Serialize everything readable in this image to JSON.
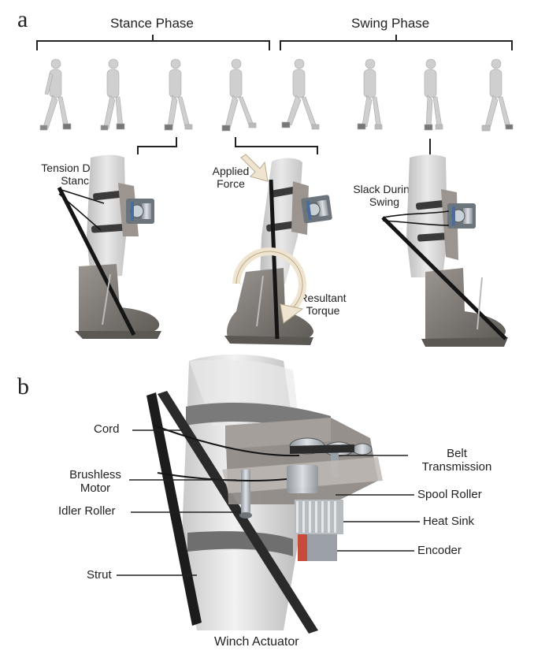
{
  "panel_a": {
    "letter": "a",
    "stance_label": "Stance Phase",
    "swing_label": "Swing Phase",
    "callouts": {
      "tension": [
        "Tension During",
        "Stance"
      ],
      "applied": [
        "Applied",
        "Force"
      ],
      "resultant": [
        "Resultant",
        "Torque"
      ],
      "slack": [
        "Slack During",
        "Swing"
      ]
    }
  },
  "panel_b": {
    "letter": "b",
    "labels": {
      "cord": "Cord",
      "brushless": [
        "Brushless",
        "Motor"
      ],
      "idler": "Idler Roller",
      "strut": "Strut",
      "belt": [
        "Belt",
        "Transmission"
      ],
      "spool": "Spool Roller",
      "heatsink": "Heat Sink",
      "encoder": "Encoder"
    },
    "caption": "Winch Actuator"
  },
  "colors": {
    "skin": "#cfcfcf",
    "boot": "#807c78",
    "strap": "#3a3a3a",
    "cord": "#151515",
    "arrow": "#efe4cf",
    "metal": "#a9b2bb"
  }
}
